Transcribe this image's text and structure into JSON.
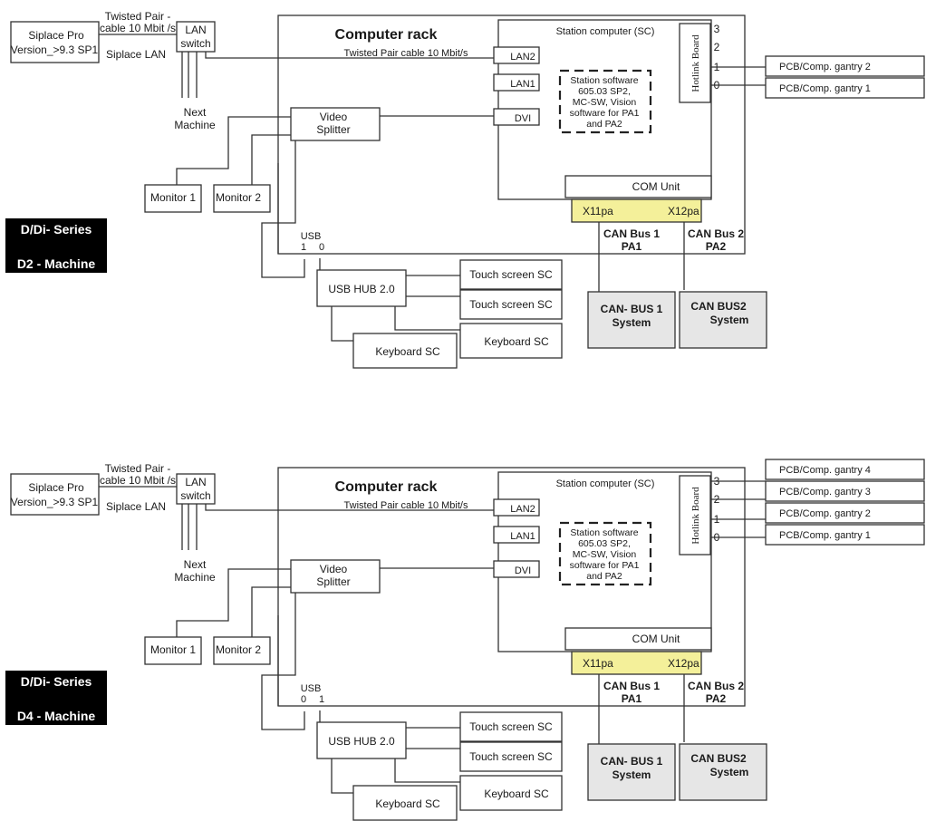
{
  "diagrams": [
    {
      "id": "d2",
      "series_label": "D/Di- Series",
      "machine_label": "D2 - Machine",
      "siplace_pro": [
        "Siplace Pro",
        "Version_>9.3 SP1"
      ],
      "cable_label": [
        "Twisted Pair -",
        "cable 10 Mbit /s"
      ],
      "siplace_lan": "Siplace LAN",
      "lan_switch": [
        "LAN",
        "switch"
      ],
      "next_machine": [
        "Next",
        "Machine"
      ],
      "computer_rack": "Computer rack",
      "rack_cable": "Twisted Pair cable  10 Mbit/s",
      "video_splitter": [
        "Video",
        "Splitter"
      ],
      "monitors": [
        "Monitor 1",
        "Monitor 2"
      ],
      "usb_label": "USB",
      "usb_ports": [
        "1",
        "0"
      ],
      "usb_hub": "USB HUB 2.0",
      "touch_screens": [
        "Touch screen  SC",
        "Touch screen  SC"
      ],
      "keyboards": [
        "Keyboard  SC",
        "Keyboard  SC"
      ],
      "station_computer": "Station computer (SC)",
      "ports": [
        "LAN2",
        "LAN1",
        "DVI"
      ],
      "station_software": [
        "Station software",
        "605.03 SP2,",
        "MC-SW, Vision",
        "software for PA1",
        "and PA2"
      ],
      "hotlink_board": "Hotlink Board",
      "hotlink_ports": [
        "3",
        "2",
        "1",
        "0"
      ],
      "gantries": [
        {
          "port": "1",
          "label": "PCB/Comp. gantry  2"
        },
        {
          "port": "0",
          "label": "PCB/Comp. gantry  1"
        }
      ],
      "com_unit": "COM Unit",
      "com_ports": [
        "X11pa",
        "X12pa"
      ],
      "can_bus_labels": [
        [
          "CAN Bus 1",
          "PA1"
        ],
        [
          "CAN Bus 2",
          "PA2"
        ]
      ],
      "can_systems": [
        [
          "CAN- BUS 1",
          "System"
        ],
        [
          "CAN  BUS2",
          "System"
        ]
      ]
    },
    {
      "id": "d4",
      "series_label": "D/Di- Series",
      "machine_label": "D4 - Machine",
      "siplace_pro": [
        "Siplace Pro",
        "Version_>9.3 SP1"
      ],
      "cable_label": [
        "Twisted Pair -",
        "cable 10 Mbit /s"
      ],
      "siplace_lan": "Siplace LAN",
      "lan_switch": [
        "LAN",
        "switch"
      ],
      "next_machine": [
        "Next",
        "Machine"
      ],
      "computer_rack": "Computer rack",
      "rack_cable": "Twisted Pair cable  10 Mbit/s",
      "video_splitter": [
        "Video",
        "Splitter"
      ],
      "monitors": [
        "Monitor 1",
        "Monitor 2"
      ],
      "usb_label": "USB",
      "usb_ports": [
        "0",
        "1"
      ],
      "usb_hub": "USB HUB 2.0",
      "touch_screens": [
        "Touch screen  SC",
        "Touch screen  SC"
      ],
      "keyboards": [
        "Keyboard  SC",
        "Keyboard  SC"
      ],
      "station_computer": "Station computer (SC)",
      "ports": [
        "LAN2",
        "LAN1",
        "DVI"
      ],
      "station_software": [
        "Station software",
        "605.03 SP2,",
        "MC-SW, Vision",
        "software for PA1",
        "and PA2"
      ],
      "hotlink_board": "Hotlink Board",
      "hotlink_ports": [
        "3",
        "2",
        "1",
        "0"
      ],
      "gantries": [
        {
          "port": "3",
          "label": "PCB/Comp. gantry  4"
        },
        {
          "port": "2",
          "label": "PCB/Comp. gantry  3"
        },
        {
          "port": "1",
          "label": "PCB/Comp. gantry  2"
        },
        {
          "port": "0",
          "label": "PCB/Comp. gantry  1"
        }
      ],
      "com_unit": "COM Unit",
      "com_ports": [
        "X11pa",
        "X12pa"
      ],
      "can_bus_labels": [
        [
          "CAN Bus 1",
          "PA1"
        ],
        [
          "CAN Bus 2",
          "PA2"
        ]
      ],
      "can_systems": [
        [
          "CAN- BUS 1",
          "System"
        ],
        [
          "CAN  BUS2",
          "System"
        ]
      ]
    }
  ]
}
